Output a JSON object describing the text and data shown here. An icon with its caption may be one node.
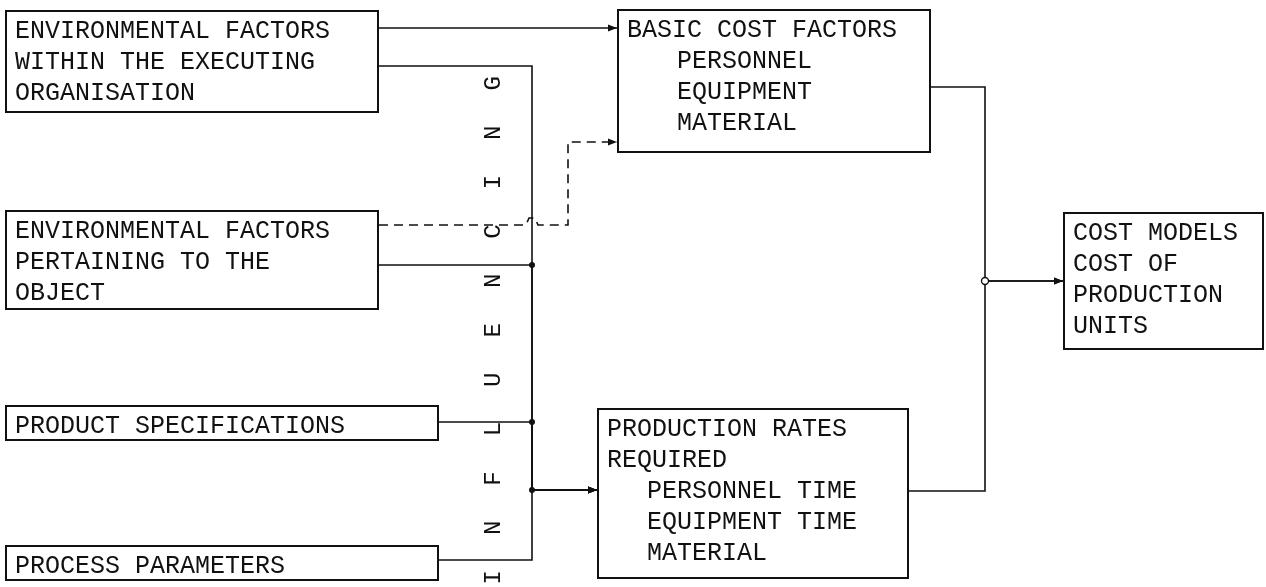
{
  "diagram": {
    "nodes": [
      {
        "text": [
          "ENVIRONMENTAL FACTORS WITHIN THE EXECUTING ORGANISATION"
        ]
      },
      {
        "text": [
          "BASIC COST FACTORS",
          "PERSONNEL",
          "EQUIPMENT",
          "MATERIAL"
        ]
      },
      {
        "text": [
          "ENVIRONMENTAL FACTORS PERTAINING TO THE OBJECT"
        ]
      },
      {
        "text": [
          "COST MODELS",
          "COST OF PRODUCTION UNITS"
        ]
      },
      {
        "text": [
          "PRODUCT SPECIFICATIONS"
        ]
      },
      {
        "text": [
          "PRODUCTION RATES REQUIRED",
          "PERSONNEL TIME",
          "EQUIPMENT TIME",
          "MATERIAL"
        ]
      },
      {
        "text": [
          "PROCESS PARAMETERS"
        ]
      }
    ],
    "edges": [
      {
        "from": 0,
        "to": 1,
        "arrow": "to"
      },
      {
        "from": 2,
        "to": 1,
        "arrow": "to",
        "style": "dashed"
      },
      {
        "from": 0,
        "to": 5,
        "arrow": "to"
      },
      {
        "from": 2,
        "to": 5,
        "arrow": "to"
      },
      {
        "from": 4,
        "to": 5,
        "arrow": "to"
      },
      {
        "from": 6,
        "to": 5,
        "arrow": "to"
      },
      {
        "from": 1,
        "to": 3,
        "arrow": "to"
      },
      {
        "from": 5,
        "to": 3,
        "arrow": "to"
      }
    ],
    "labels": [
      "INFLUENCING"
    ]
  }
}
